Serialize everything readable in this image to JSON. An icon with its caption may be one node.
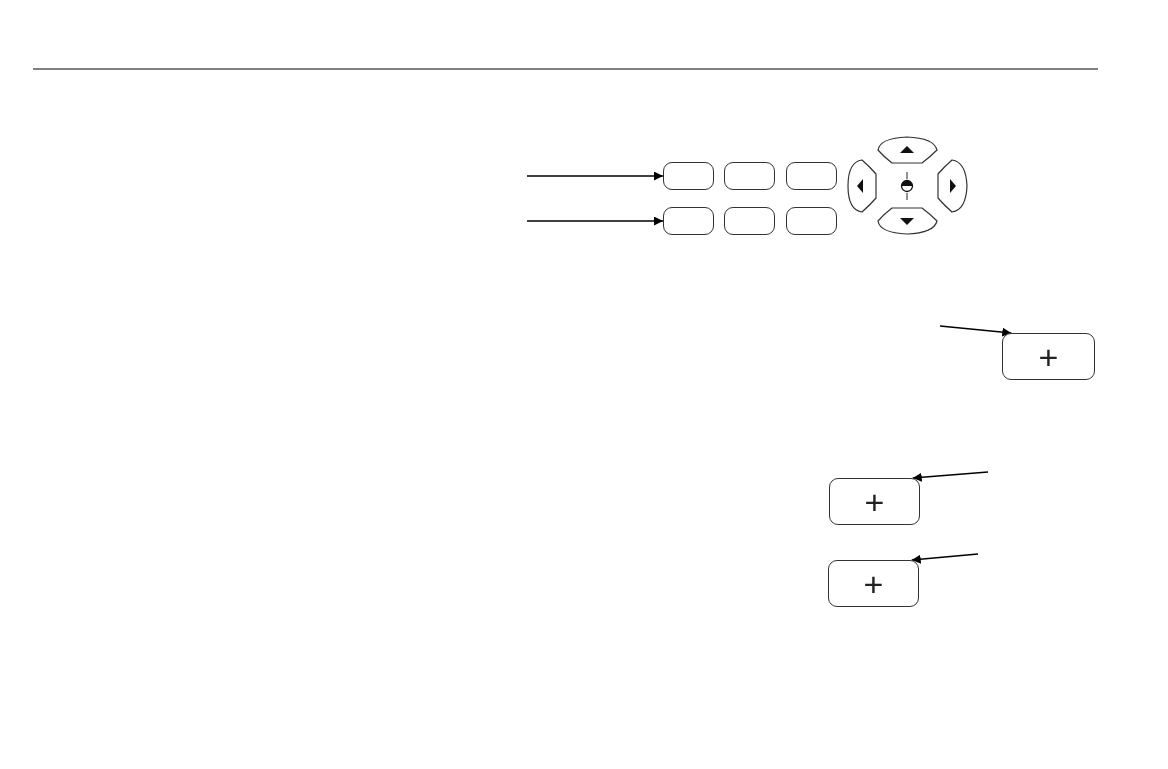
{
  "diagram": {
    "nodes": [
      {
        "text": [],
        "shape": "box"
      },
      {
        "text": [],
        "shape": "box"
      },
      {
        "text": [],
        "shape": "box"
      },
      {
        "text": [],
        "shape": "box"
      },
      {
        "text": [],
        "shape": "box"
      },
      {
        "text": [],
        "shape": "box"
      },
      {
        "text": [
          "+"
        ]
      },
      {
        "text": [
          "+"
        ]
      },
      {
        "text": [
          "+"
        ]
      }
    ],
    "edges": [
      {
        "from": null,
        "to": 0,
        "arrow": "to"
      },
      {
        "from": null,
        "to": 3,
        "arrow": "to"
      },
      {
        "from": null,
        "to": 6,
        "arrow": "to"
      },
      {
        "from": null,
        "to": 7,
        "arrow": "to"
      },
      {
        "from": null,
        "to": 8,
        "arrow": "to"
      }
    ]
  }
}
